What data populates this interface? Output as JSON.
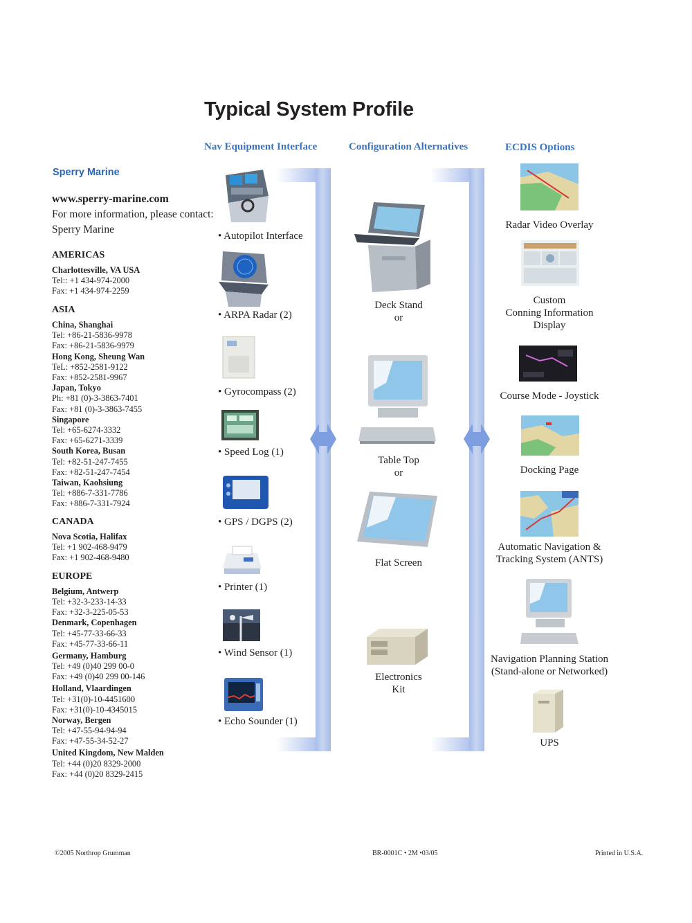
{
  "title": "Typical System Profile",
  "columns": {
    "nav": "Nav Equipment Interface",
    "config": "Configuration Alternatives",
    "ecdis": "ECDIS Options"
  },
  "brand": "Sperry Marine",
  "website": "www.sperry-marine.com",
  "intro": [
    "For more information, please contact:",
    "Sperry Marine"
  ],
  "regions": {
    "americas": "AMERICAS",
    "asia": "ASIA",
    "canada": "CANADA",
    "europe": "EUROPE"
  },
  "offices": {
    "americas": [
      {
        "city": "Charlottesville, VA USA",
        "lines": [
          "Tel:: +1 434-974-2000",
          "Fax: +1 434-974-2259"
        ]
      }
    ],
    "asia": [
      {
        "city": "China, Shanghai",
        "lines": [
          "Tel:  +86-21-5836-9978",
          "Fax: +86-21-5836-9979"
        ]
      },
      {
        "city": "Hong Kong, Sheung Wan",
        "lines": [
          "TeL: +852-2581-9122",
          "Fax: +852-2581-9967"
        ]
      },
      {
        "city": "Japan, Tokyo",
        "lines": [
          "Ph:  +81 (0)-3-3863-7401",
          "Fax: +81 (0)-3-3863-7455"
        ]
      },
      {
        "city": "Singapore",
        "lines": [
          "Tel:  +65-6274-3332",
          "Fax: +65-6271-3339"
        ]
      },
      {
        "city": "South Korea, Busan",
        "lines": [
          "Tel:  +82-51-247-7455",
          "Fax: +82-51-247-7454"
        ]
      },
      {
        "city": "Taiwan, Kaohsiung",
        "lines": [
          "Tel:  +886-7-331-7786",
          "Fax: +886-7-331-7924"
        ]
      }
    ],
    "canada": [
      {
        "city": "Nova Scotia, Halifax",
        "lines": [
          "Tel:  +1 902-468-9479",
          "Fax: +1 902-468-9480"
        ]
      }
    ],
    "europe": [
      {
        "city": "Belgium, Antwerp",
        "lines": [
          "Tel:  +32-3-233-14-33",
          "Fax: +32-3-225-05-53"
        ]
      },
      {
        "city": "Denmark, Copenhagen",
        "lines": [
          "Tel:  +45-77-33-66-33",
          "Fax: +45-77-33-66-11"
        ]
      },
      {
        "city": "Germany, Hamburg",
        "lines": [
          "Tel:  +49 (0)40 299 00-0",
          "Fax: +49 (0)40 299 00-146"
        ]
      },
      {
        "city": "Holland, Vlaardingen",
        "lines": [
          "Tel:  +31(0)-10-4451600",
          "Fax: +31(0)-10-4345015"
        ]
      },
      {
        "city": "Norway, Bergen",
        "lines": [
          "Tel:  +47-55-94-94-94",
          "Fax: +47-55-34-52-27"
        ]
      },
      {
        "city": "United Kingdom, New Malden",
        "lines": [
          "Tel:  +44 (0)20 8329-2000",
          "Fax: +44 (0)20 8329-2415"
        ]
      }
    ]
  },
  "nav_items": [
    "• Autopilot Interface",
    "•  ARPA Radar (2)",
    "•  Gyrocompass (2)",
    "•  Speed Log (1)",
    "•  GPS / DGPS (2)",
    "• Printer (1)",
    "• Wind Sensor (1)",
    "• Echo Sounder (1)"
  ],
  "config_items": [
    [
      "Deck Stand",
      "or"
    ],
    [
      "Table Top",
      "or"
    ],
    [
      "Flat Screen"
    ],
    [
      "Electronics",
      "Kit"
    ]
  ],
  "ecdis_items": [
    [
      "Radar Video Overlay"
    ],
    [
      "Custom",
      "Conning Information",
      "Display"
    ],
    [
      "Course Mode - Joystick"
    ],
    [
      "Docking Page"
    ],
    [
      "Automatic Navigation &",
      "Tracking System (ANTS)"
    ],
    [
      "Navigation Planning Station",
      "(Stand-alone or Networked)"
    ],
    [
      "UPS"
    ]
  ],
  "footer": {
    "left": "©2005 Northrop Grumman",
    "center": "BR-0001C • 2M •03/05",
    "right": "Printed in U.S.A."
  },
  "colors": {
    "accent_blue": "#3a74c0",
    "brand_blue": "#2a66b4",
    "bar_blue": "#b3c5ee",
    "arrow_blue": "#7d9fe2",
    "text": "#231f20"
  }
}
